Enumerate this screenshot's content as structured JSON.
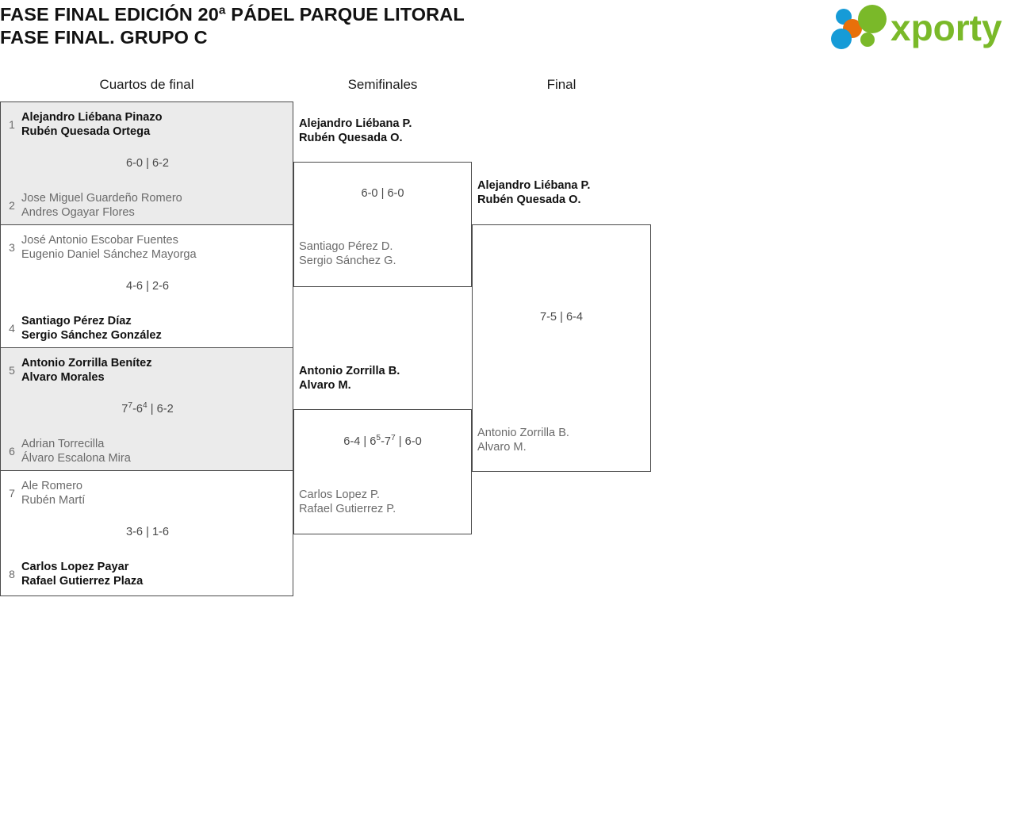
{
  "header": {
    "title_line1": "FASE FINAL EDICIÓN 20ª PÁDEL PARQUE LITORAL",
    "title_line2": "FASE FINAL. GRUPO C",
    "logo_text": "xporty",
    "logo_colors": {
      "green": "#7ab929",
      "orange": "#e8700a",
      "blue": "#169bd7"
    }
  },
  "columns": {
    "quarterfinals_label": "Cuartos de final",
    "semifinals_label": "Semifinales",
    "final_label": "Final"
  },
  "quarterfinals": [
    {
      "shaded": true,
      "top": {
        "seed": "1",
        "player1": "Alejandro Liébana Pinazo",
        "player2": "Rubén Quesada Ortega",
        "winner": true
      },
      "bottom": {
        "seed": "2",
        "player1": "Jose Miguel Guardeño Romero",
        "player2": "Andres Ogayar Flores",
        "winner": false
      },
      "score": "6-0 | 6-2"
    },
    {
      "shaded": false,
      "top": {
        "seed": "3",
        "player1": "José Antonio Escobar Fuentes",
        "player2": "Eugenio Daniel Sánchez Mayorga",
        "winner": false
      },
      "bottom": {
        "seed": "4",
        "player1": "Santiago Pérez Díaz",
        "player2": "Sergio Sánchez González",
        "winner": true
      },
      "score": "4-6 | 2-6"
    },
    {
      "shaded": true,
      "top": {
        "seed": "5",
        "player1": "Antonio Zorrilla Benítez",
        "player2": "Alvaro Morales",
        "winner": true
      },
      "bottom": {
        "seed": "6",
        "player1": "Adrian Torrecilla",
        "player2": "Álvaro Escalona Mira",
        "winner": false
      },
      "score_html": "7<sup>7</sup>-6<sup>4</sup> | 6-2",
      "score": "7(7)-6(4) | 6-2"
    },
    {
      "shaded": false,
      "top": {
        "seed": "7",
        "player1": "Ale Romero",
        "player2": "Rubén Martí",
        "winner": false
      },
      "bottom": {
        "seed": "8",
        "player1": "Carlos Lopez Payar",
        "player2": "Rafael Gutierrez Plaza",
        "winner": true
      },
      "score": "3-6 | 1-6"
    }
  ],
  "semifinals": [
    {
      "top": {
        "player1": "Alejandro Liébana P.",
        "player2": "Rubén Quesada O.",
        "winner": true
      },
      "bottom": {
        "player1": "Santiago Pérez D.",
        "player2": "Sergio Sánchez G.",
        "winner": false
      },
      "score": "6-0 | 6-0"
    },
    {
      "top": {
        "player1": "Antonio Zorrilla B.",
        "player2": "Alvaro M.",
        "winner": true
      },
      "bottom": {
        "player1": "Carlos Lopez P.",
        "player2": "Rafael Gutierrez P.",
        "winner": false
      },
      "score_html": "6-4 | 6<sup>5</sup>-7<sup>7</sup> | 6-0",
      "score": "6-4 | 6(5)-7(7) | 6-0"
    }
  ],
  "final": {
    "top": {
      "player1": "Alejandro Liébana P.",
      "player2": "Rubén Quesada O.",
      "winner": true
    },
    "bottom": {
      "player1": "Antonio Zorrilla B.",
      "player2": "Alvaro M.",
      "winner": false
    },
    "score": "7-5 | 6-4"
  }
}
